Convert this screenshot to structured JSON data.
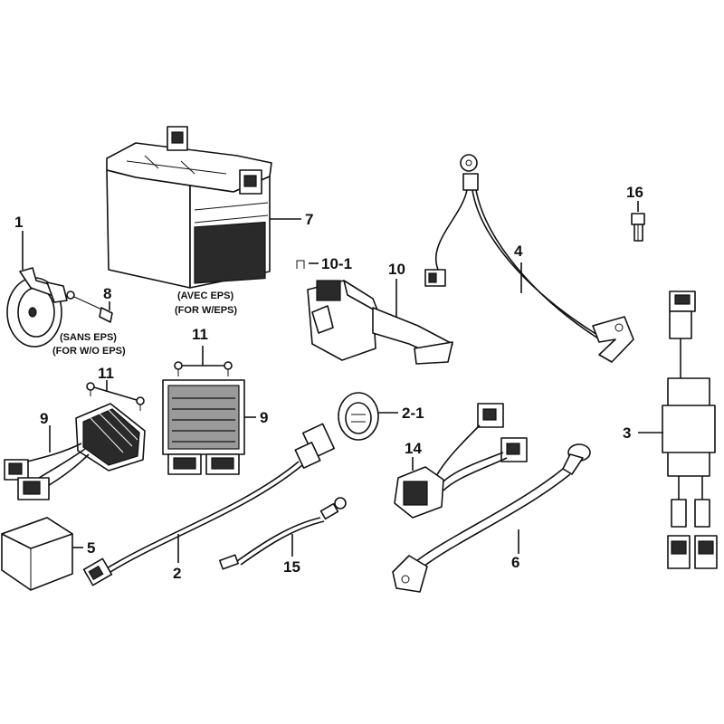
{
  "callouts": {
    "horn": "1",
    "harness": "2",
    "fuse_cap": "2-1",
    "relay_harness": "3",
    "ground_cable": "4",
    "module": "5",
    "battery_cable": "6",
    "battery": "7",
    "screw": "8",
    "regulator_left": "9",
    "regulator_right": "9",
    "starter_relay": "10",
    "relay_clip": "10-1",
    "bolts_left": "11",
    "bolts_right": "11",
    "connector_harness": "14",
    "wire_15": "15",
    "fuse": "16"
  },
  "notes": {
    "avec_eps": "(AVEC EPS)",
    "for_w_eps": "(FOR W/EPS)",
    "sans_eps": "(SANS EPS)",
    "for_wo_eps": "(FOR W/O EPS)"
  },
  "colors": {
    "ink": "#111111",
    "paper": "#ffffff",
    "shade": "#2a2a2a"
  }
}
